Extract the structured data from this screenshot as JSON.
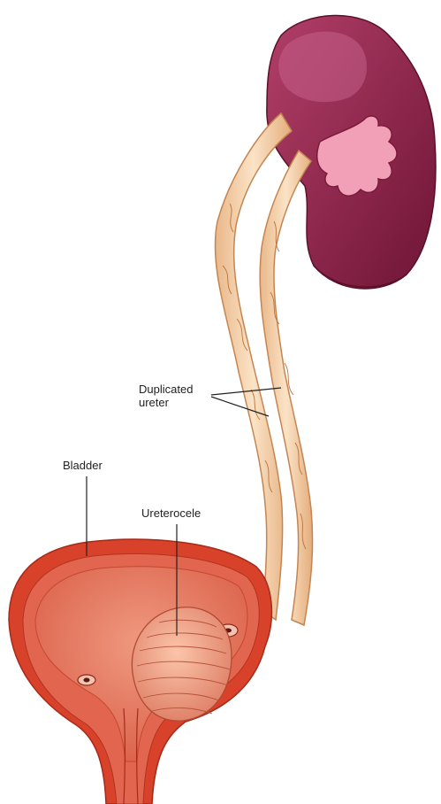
{
  "labels": {
    "duplicated_ureter_line1": "Duplicated",
    "duplicated_ureter_line2": "ureter",
    "bladder": "Bladder",
    "ureterocele": "Ureterocele"
  },
  "colors": {
    "kidney_dark": "#7a1c3a",
    "kidney_light": "#a8345a",
    "kidney_highlight": "#c85a82",
    "ureter_fill": "#f3cfa6",
    "ureter_outline": "#c48552",
    "bladder_wall": "#d8412a",
    "bladder_inner": "#e2664f",
    "bladder_cavity": "#ec8a72",
    "ureterocele_fill": "#f2a488",
    "leader_line": "#222222"
  }
}
